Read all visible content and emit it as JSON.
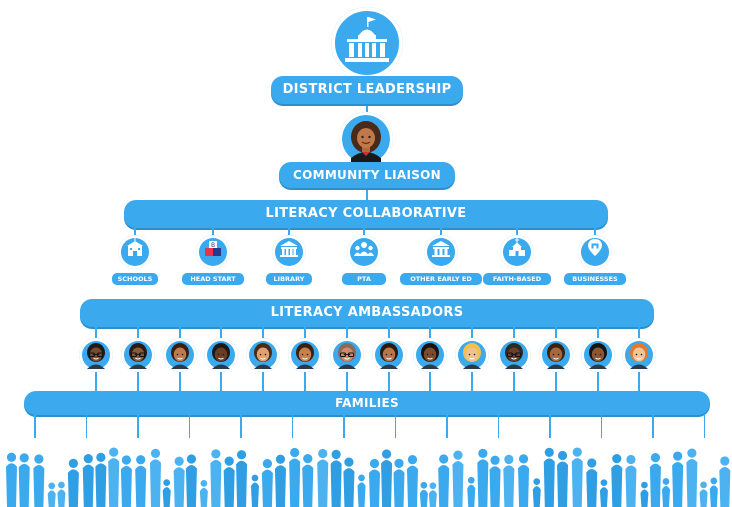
{
  "leadership": {
    "label": "DISTRICT LEADERSHIP",
    "icon": "government-building-icon"
  },
  "liaison": {
    "label": "COMMUNITY LIAISON",
    "icon": "woman-avatar-icon"
  },
  "collaborative": {
    "label": "LITERACY COLLABORATIVE",
    "partners": [
      {
        "label": "SCHOOLS",
        "icon": "school-icon"
      },
      {
        "label": "HEAD START",
        "icon": "blocks-icon"
      },
      {
        "label": "LIBRARY",
        "icon": "library-icon"
      },
      {
        "label": "PTA",
        "icon": "group-icon"
      },
      {
        "label": "OTHER EARLY ED",
        "icon": "building-icon"
      },
      {
        "label": "FAITH-BASED",
        "icon": "church-icon"
      },
      {
        "label": "BUSINESSES",
        "icon": "map-pin-store-icon"
      }
    ]
  },
  "ambassadors": {
    "label": "LITERACY AMBASSADORS",
    "people": [
      {
        "skin": "#7a4a2a",
        "hair": "#1c1c1c",
        "glasses": true
      },
      {
        "skin": "#8a5a38",
        "hair": "#2a1a12",
        "glasses": true
      },
      {
        "skin": "#c07a4a",
        "hair": "#3a1e10",
        "glasses": false
      },
      {
        "skin": "#6a3e24",
        "hair": "#1a1a1a",
        "glasses": false
      },
      {
        "skin": "#e0a070",
        "hair": "#4a2a14",
        "glasses": false
      },
      {
        "skin": "#c6804c",
        "hair": "#3a2010",
        "glasses": false
      },
      {
        "skin": "#d48a6a",
        "hair": "#8a6a5a",
        "glasses": true
      },
      {
        "skin": "#b87548",
        "hair": "#2a1a10",
        "glasses": false
      },
      {
        "skin": "#7c4c2c",
        "hair": "#1a1210",
        "glasses": false
      },
      {
        "skin": "#f0c090",
        "hair": "#f2c14a",
        "glasses": false
      },
      {
        "skin": "#6c4028",
        "hair": "#2a2a2a",
        "glasses": true
      },
      {
        "skin": "#a8683c",
        "hair": "#3a2212",
        "glasses": false
      },
      {
        "skin": "#8a5634",
        "hair": "#141414",
        "glasses": false
      },
      {
        "skin": "#f2c49a",
        "hair": "#e07a30",
        "glasses": false
      }
    ]
  },
  "families": {
    "label": "FAMILIES",
    "icon": "family-crowd-icon"
  },
  "colors": {
    "accent": "#3aa9ee",
    "accent_dark": "#2b8fd0",
    "background": "#ffffff"
  }
}
